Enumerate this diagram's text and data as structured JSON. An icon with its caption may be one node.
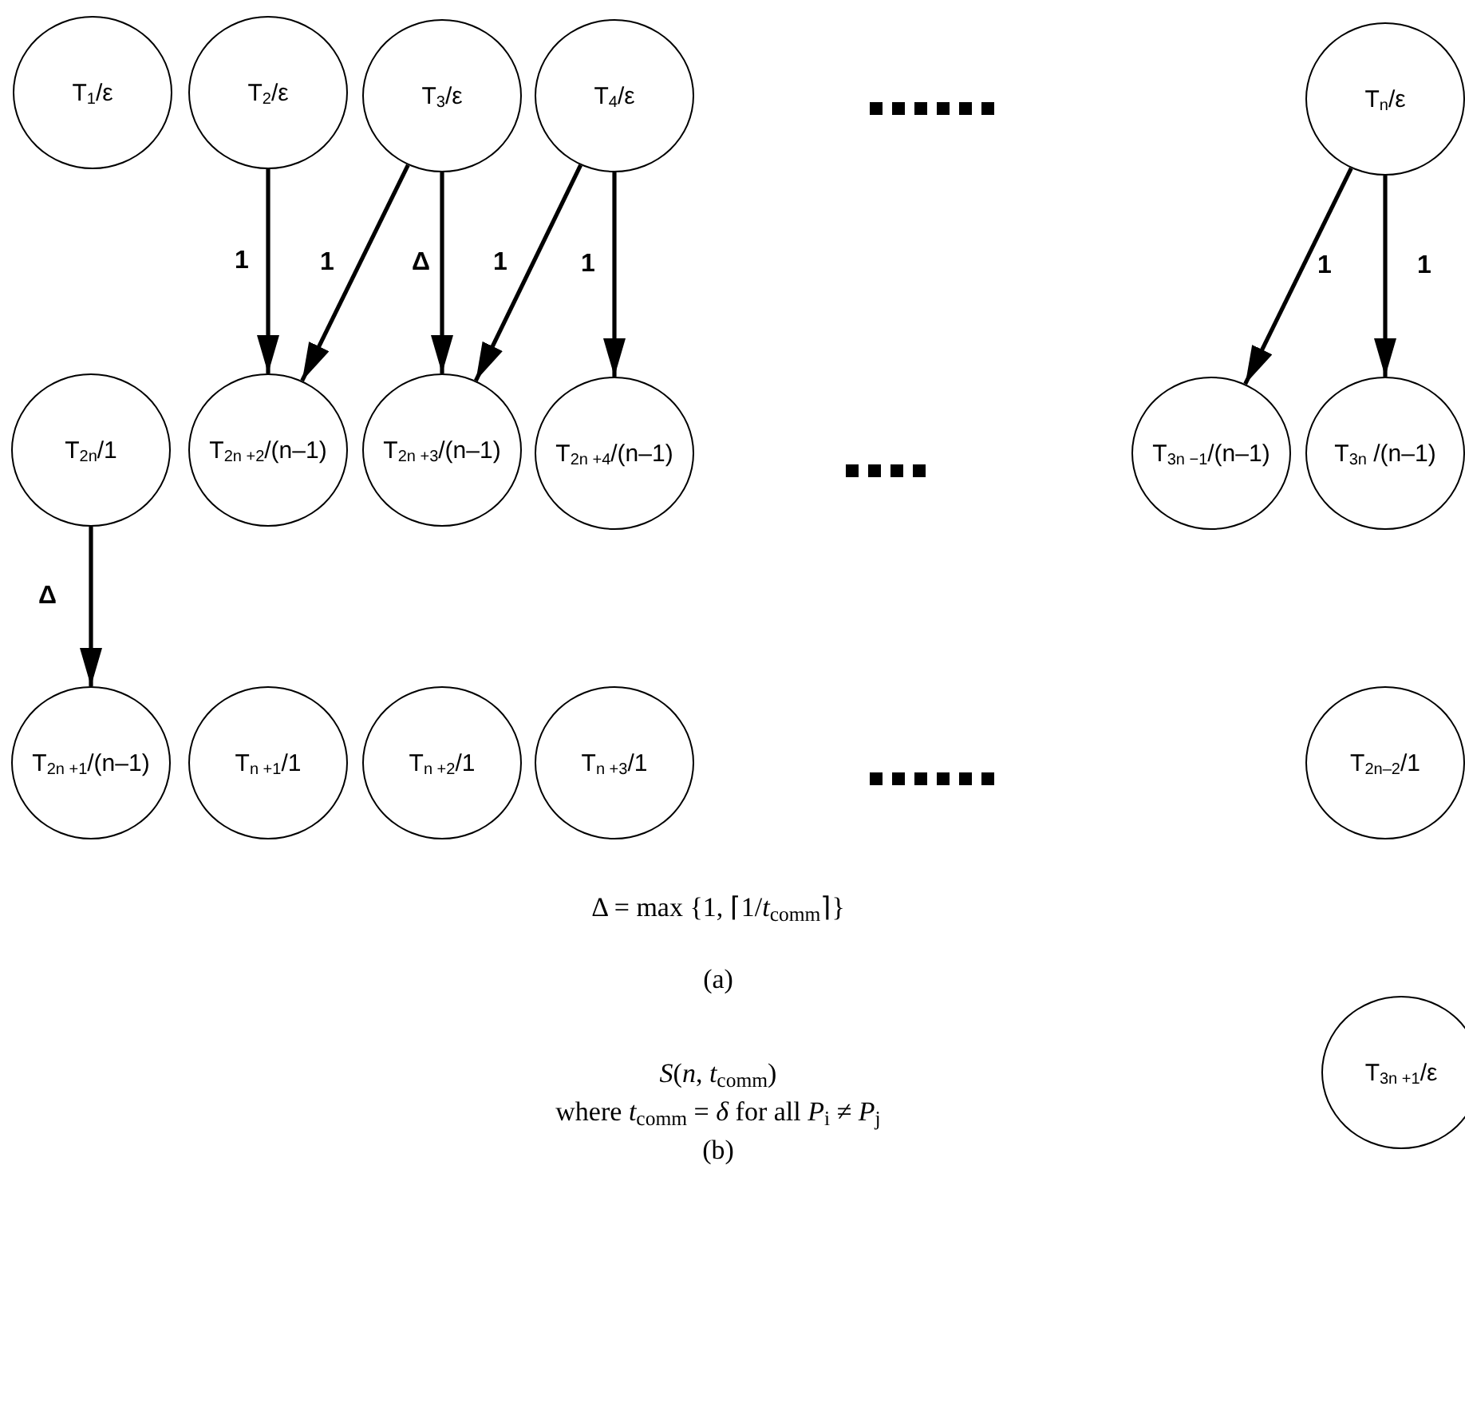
{
  "diagram": {
    "nodes": [
      {
        "text": [
          "T$_{1}$/ε"
        ]
      },
      {
        "text": [
          "T$_{2}$/ε"
        ]
      },
      {
        "text": [
          "T$_{3}$/ε"
        ]
      },
      {
        "text": [
          "T$_{4}$/ε"
        ]
      },
      {
        "text": [
          "T$_{n}$/ε"
        ]
      },
      {
        "text": [
          "T$_{2n}$/1"
        ]
      },
      {
        "text": [
          "T$_{2n +2}$/(n–1)"
        ]
      },
      {
        "text": [
          "T$_{2n +3}$/(n–1)"
        ]
      },
      {
        "text": [
          "T$_{2n +4}$/(n–1)"
        ]
      },
      {
        "text": [
          "T$_{3n −1}$/(n–1)"
        ]
      },
      {
        "text": [
          "T$_{3n}$ /(n–1)"
        ]
      },
      {
        "text": [
          "T$_{2n +1}$/(n–1)"
        ]
      },
      {
        "text": [
          "T$_{n +1}$/1"
        ]
      },
      {
        "text": [
          "T$_{n +2}$/1"
        ]
      },
      {
        "text": [
          "T$_{n +3}$/1"
        ]
      },
      {
        "text": [
          "T$_{2n–2}$/1"
        ]
      },
      {
        "text": [
          "T$_{3n +1}$/ε"
        ]
      }
    ],
    "edges": [
      {
        "from": 1,
        "to": 6,
        "arrow": "to",
        "label": "1"
      },
      {
        "from": 2,
        "to": 6,
        "arrow": "to",
        "label": "1"
      },
      {
        "from": 2,
        "to": 7,
        "arrow": "to",
        "label": "Δ"
      },
      {
        "from": 3,
        "to": 7,
        "arrow": "to",
        "label": "1"
      },
      {
        "from": 3,
        "to": 8,
        "arrow": "to",
        "label": "1"
      },
      {
        "from": 4,
        "to": 9,
        "arrow": "to",
        "label": "1"
      },
      {
        "from": 4,
        "to": 10,
        "arrow": "to",
        "label": "1"
      },
      {
        "from": 5,
        "to": 11,
        "arrow": "to",
        "label": "Δ"
      }
    ],
    "labels": [
      "Δ = max {1, ⌈1/*t*$_{comm}$⌉}",
      "(a)",
      "*S*(*n*, *t*$_{comm}$)",
      "where *t*$_{comm}$ = *δ* for all *P*$_{i}$ ≠ *P*$_{j}$",
      "(b)"
    ]
  }
}
